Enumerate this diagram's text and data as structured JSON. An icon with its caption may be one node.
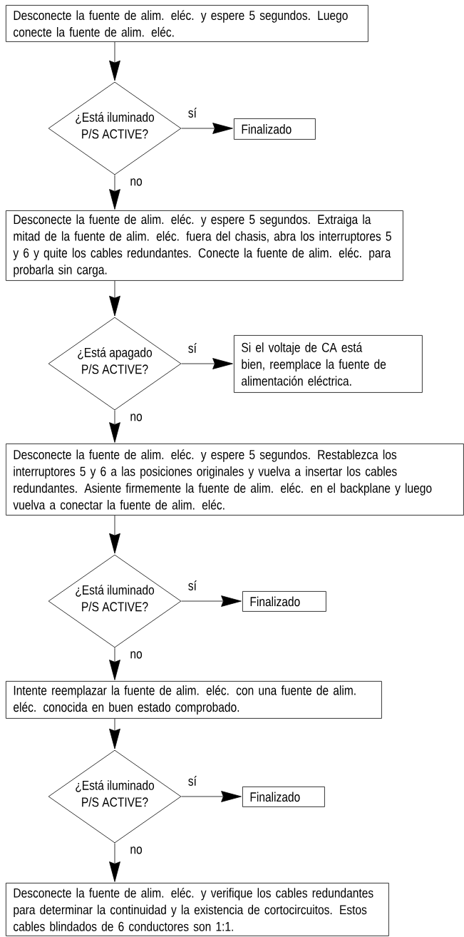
{
  "diagram": {
    "nodes": [
      {
        "text": [
          "Desconecte la fuente de alim. eléc. y espere 5 segundos. Luego conecte la fuente de alim. eléc."
        ]
      },
      {
        "text": [
          "¿Está iluminado P/S ACTIVE?"
        ]
      },
      {
        "text": [
          "Finalizado"
        ]
      },
      {
        "text": [
          "Desconecte la fuente de alim. eléc. y espere 5 segundos. Extraiga la mitad de la fuente de alim. eléc. fuera del chasis, abra los interruptores 5 y 6 y quite los cables redundantes. Conecte la fuente de alim. eléc. para probarla sin carga."
        ]
      },
      {
        "text": [
          "¿Está apagado P/S ACTIVE?"
        ]
      },
      {
        "text": [
          "Si el voltaje de CA está bien, reemplace la fuente de alimentación eléctrica."
        ]
      },
      {
        "text": [
          "Desconecte la fuente de alim. eléc. y espere 5 segundos. Restablezca los interruptores 5 y 6 a las posiciones originales y vuelva a insertar los cables redundantes. Asiente firmemente la fuente de alim. eléc. en el backplane y luego vuelva a conectar la fuente de alim. eléc."
        ]
      },
      {
        "text": [
          "¿Está iluminado P/S ACTIVE?"
        ]
      },
      {
        "text": [
          "Finalizado"
        ]
      },
      {
        "text": [
          "Intente reemplazar la fuente de alim. eléc. con una fuente de alim. eléc. conocida en buen estado comprobado."
        ]
      },
      {
        "text": [
          "¿Está iluminado P/S ACTIVE?"
        ]
      },
      {
        "text": [
          "Finalizado"
        ]
      },
      {
        "text": [
          "Desconecte la fuente de alim. eléc. y verifique los cables redundantes para determinar la continuidad y la existencia de cortocircuitos. Estos cables blindados de 6 conductores son 1:1."
        ]
      }
    ],
    "edges": [
      {
        "from": 0,
        "to": 1,
        "arrow": "to"
      },
      {
        "from": 1,
        "to": 2,
        "arrow": "to",
        "label": "sí"
      },
      {
        "from": 1,
        "to": 3,
        "arrow": "to",
        "label": "no"
      },
      {
        "from": 3,
        "to": 4,
        "arrow": "to"
      },
      {
        "from": 4,
        "to": 5,
        "arrow": "to",
        "label": "sí"
      },
      {
        "from": 4,
        "to": 6,
        "arrow": "to",
        "label": "no"
      },
      {
        "from": 6,
        "to": 7,
        "arrow": "to"
      },
      {
        "from": 7,
        "to": 8,
        "arrow": "to",
        "label": "sí"
      },
      {
        "from": 7,
        "to": 9,
        "arrow": "to",
        "label": "no"
      },
      {
        "from": 9,
        "to": 10,
        "arrow": "to"
      },
      {
        "from": 10,
        "to": 11,
        "arrow": "to",
        "label": "sí"
      },
      {
        "from": 10,
        "to": 12,
        "arrow": "to",
        "label": "no"
      }
    ]
  }
}
